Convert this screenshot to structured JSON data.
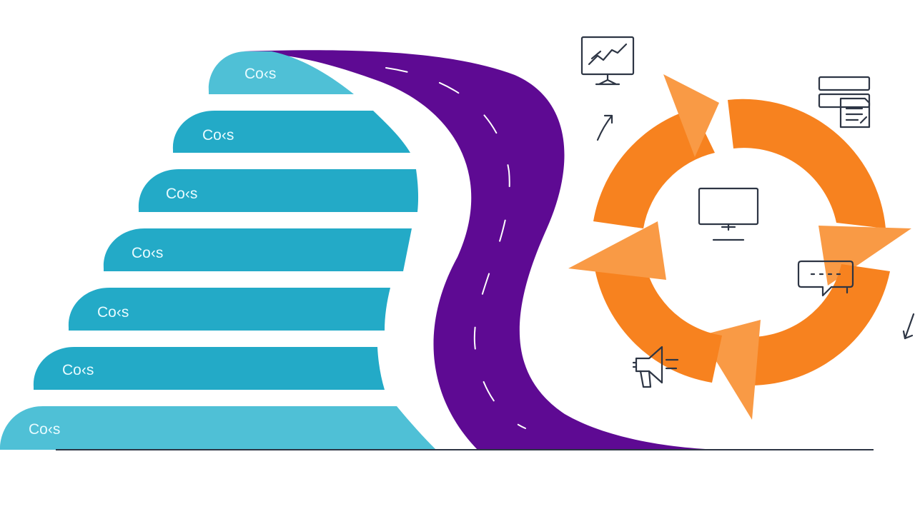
{
  "colors": {
    "steps_light": "#4fc0d6",
    "steps": "#23aac7",
    "road": "#5e0a93",
    "road_dash": "#ffffff",
    "cycle_light": "#f99a45",
    "cycle": "#f7821f",
    "icon_stroke": "#2d3544",
    "baseline": "#2d3544"
  },
  "steps": [
    {
      "label": "Co‹s"
    },
    {
      "label": "Co‹s"
    },
    {
      "label": "Co‹s"
    },
    {
      "label": "Co‹s"
    },
    {
      "label": "Co‹s"
    },
    {
      "label": "Co‹s"
    },
    {
      "label": "Co‹s"
    }
  ],
  "icons": [
    "chart-monitor-icon",
    "document-stack-icon",
    "monitor-icon",
    "chat-bubble-icon",
    "megaphone-icon",
    "arrow-icon"
  ]
}
